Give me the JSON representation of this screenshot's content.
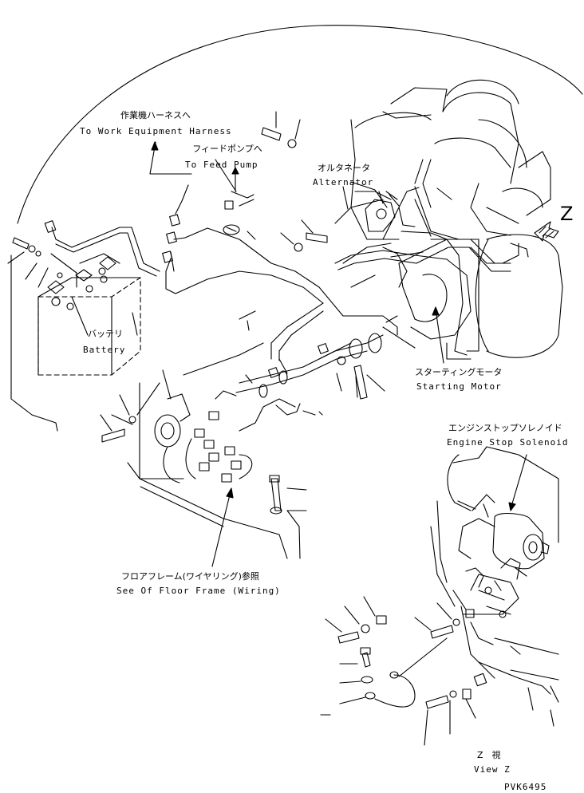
{
  "labels": {
    "work_equipment_jp": "作業機ハーネスへ",
    "work_equipment_en": "To Work Equipment Harness",
    "feed_pump_jp": "フィードポンプへ",
    "feed_pump_en": "To Feed Pump",
    "alternator_jp": "オルタネータ",
    "alternator_en": "Alternator",
    "view_marker": "Z",
    "battery_jp": "バッテリ",
    "battery_en": "Battery",
    "starting_motor_jp": "スターティングモータ",
    "starting_motor_en": "Starting Motor",
    "stop_solenoid_jp": "エンジンストップソレノイド",
    "stop_solenoid_en": "Engine Stop Solenoid",
    "floor_frame_jp": "フロアフレーム(ワイヤリング)参照",
    "floor_frame_en": "See Of Floor Frame (Wiring)",
    "view_z_jp": "Z　視",
    "view_z_en": "View Z",
    "drawing_number": "PVK6495"
  },
  "colors": {
    "ink": "#000000",
    "paper": "#ffffff"
  }
}
